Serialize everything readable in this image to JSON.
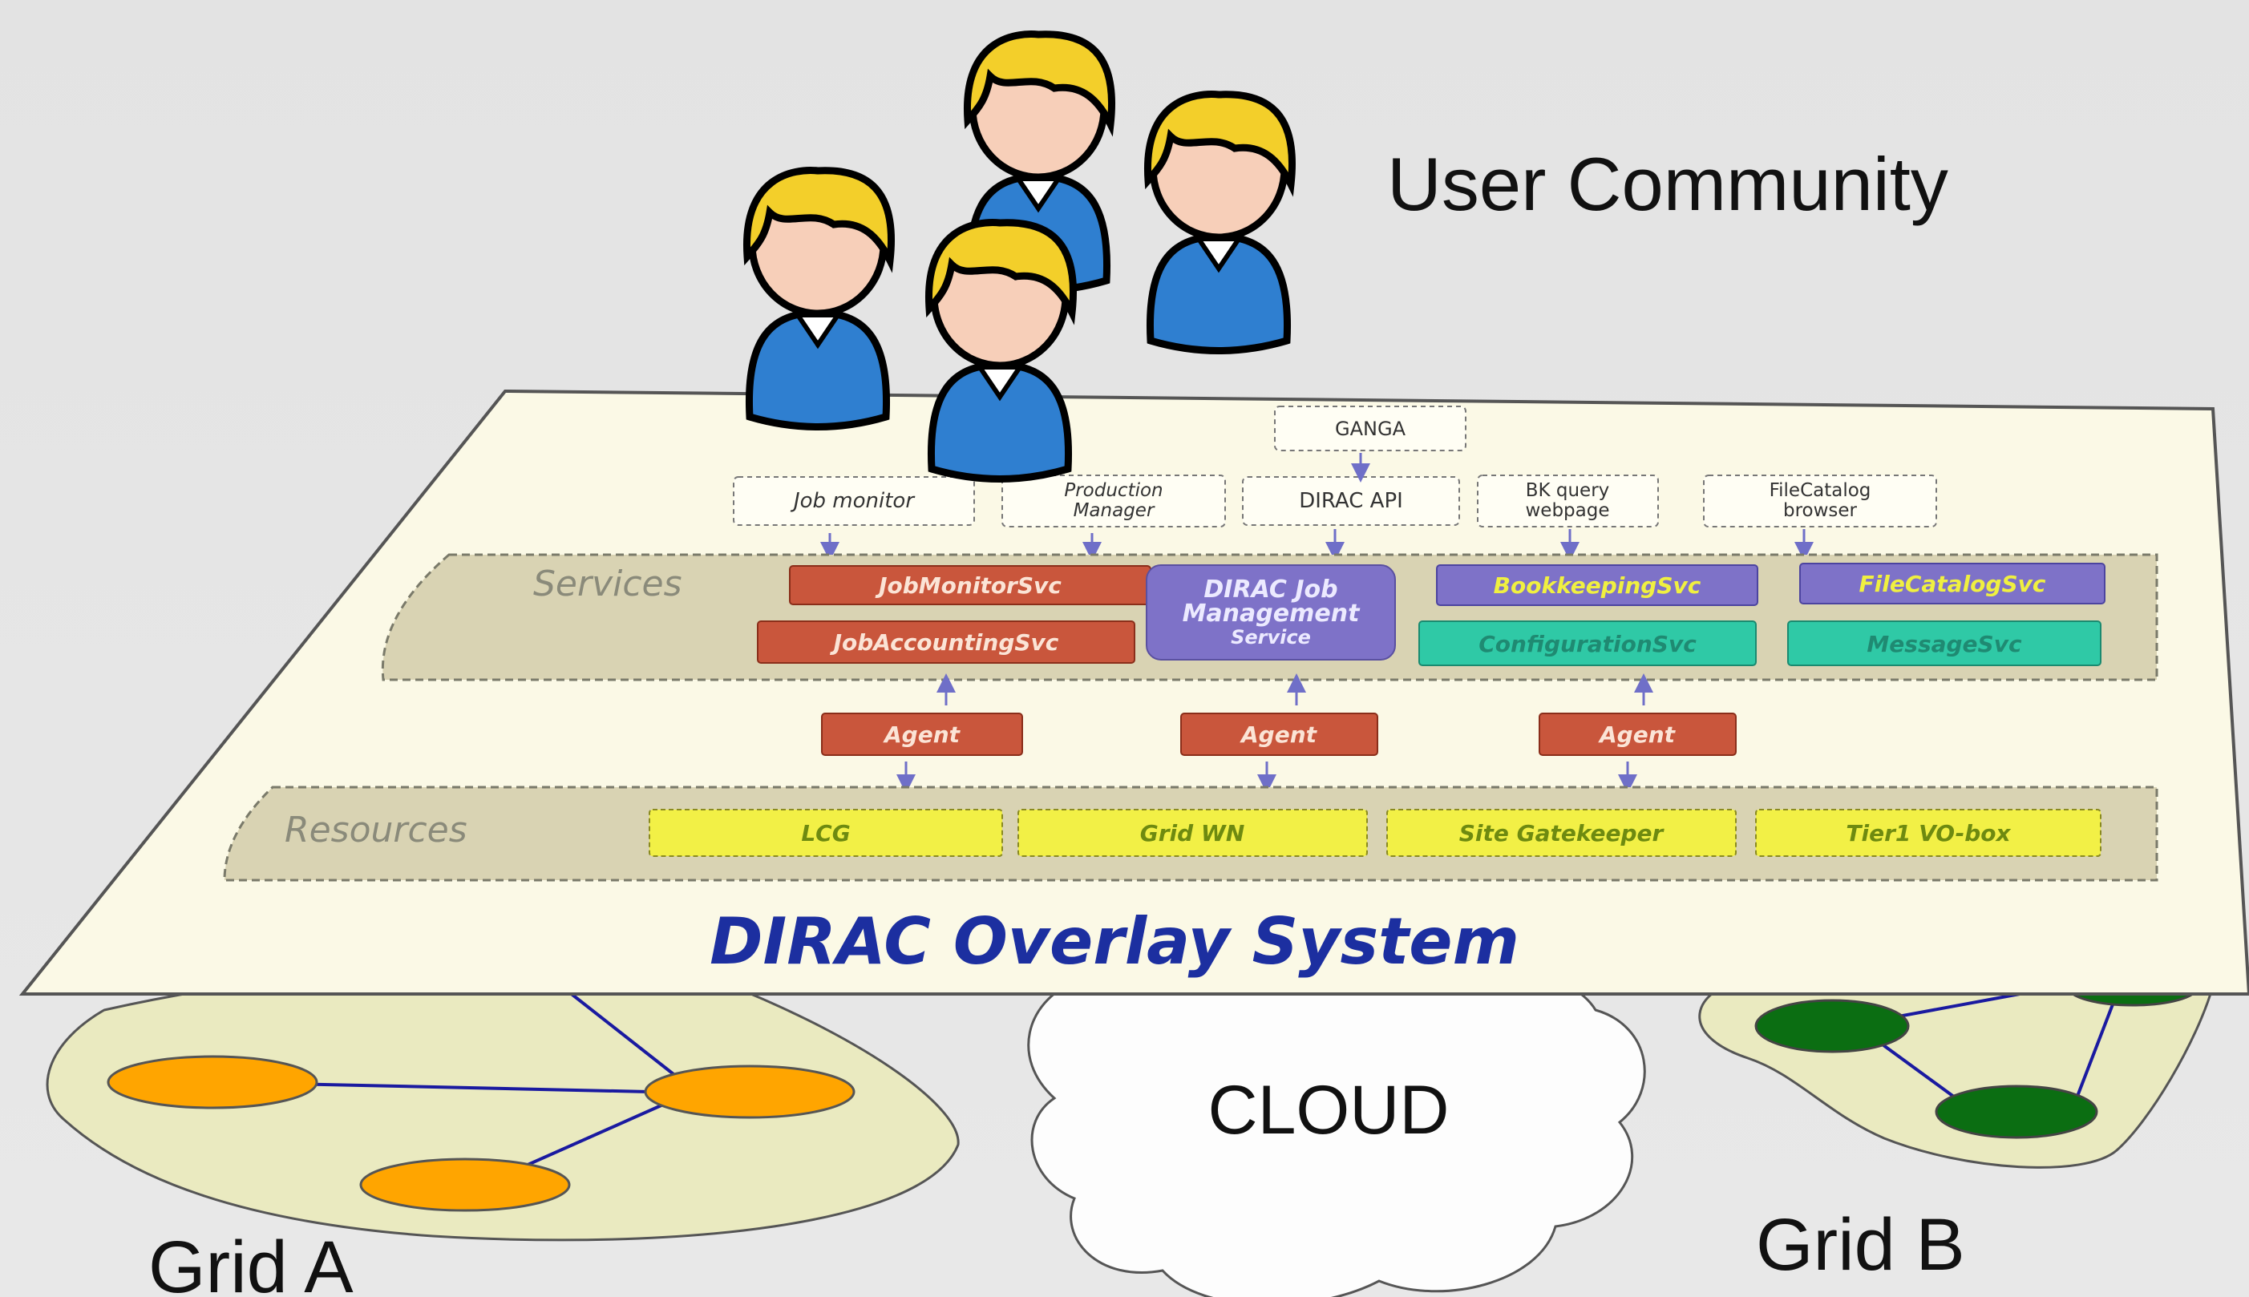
{
  "labels": {
    "user_community": "User Community",
    "cloud": "CLOUD",
    "grid_a": "Grid A",
    "grid_b": "Grid B",
    "overlay_title": "DIRAC Overlay System"
  },
  "clients": {
    "ganga": "GANGA",
    "job_monitor": "Job monitor",
    "production_manager_1": "Production",
    "production_manager_2": "Manager",
    "dirac_api": "DIRAC API",
    "bk_query_1": "BK query",
    "bk_query_2": "webpage",
    "filecatalog_browser_1": "FileCatalog",
    "filecatalog_browser_2": "browser"
  },
  "services": {
    "label": "Services",
    "job_monitor_svc": "JobMonitorSvc",
    "job_accounting_svc": "JobAccountingSvc",
    "wms_1": "DIRAC Job",
    "wms_2": "Management",
    "wms_3": "Service",
    "bookkeeping_svc": "BookkeepingSvc",
    "filecatalog_svc": "FileCatalogSvc",
    "configuration_svc": "ConfigurationSvc",
    "message_svc": "MessageSvc"
  },
  "agents": {
    "agent_1": "Agent",
    "agent_2": "Agent",
    "agent_3": "Agent"
  },
  "resources": {
    "label": "Resources",
    "lcg": "LCG",
    "grid_wn": "Grid WN",
    "site_gatekeeper": "Site Gatekeeper",
    "tier1_vobox": "Tier1 VO-box"
  },
  "colors": {
    "background": "#e5e5e5",
    "platform": "#fbf9e6",
    "service_red": "#c9563c",
    "service_purple": "#7e72c8",
    "service_teal": "#2fc9a6",
    "resource_yellow": "#f2f046",
    "title_blue": "#1c2fa0",
    "grid_a_node": "#ffa500",
    "grid_b_node": "#0b6e12",
    "user_shirt": "#2f7fd0",
    "user_hair": "#f3cf2a"
  }
}
